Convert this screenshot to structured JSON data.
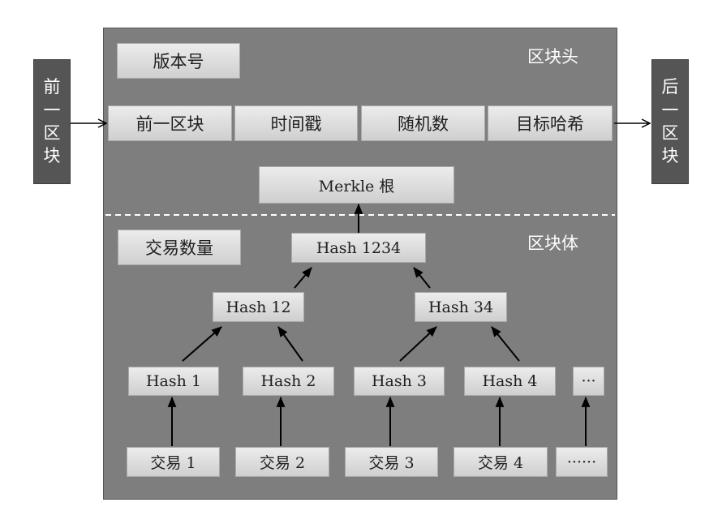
{
  "colors": {
    "frame": "#7e7e7e",
    "side_box": "#555555",
    "cell": "#dcdcdc",
    "arrow": "#000000",
    "divider": "#ffffff"
  },
  "prev_block": {
    "chars": [
      "前",
      "一",
      "区",
      "块"
    ]
  },
  "next_block": {
    "chars": [
      "后",
      "一",
      "区",
      "块"
    ]
  },
  "header": {
    "label": "区块头",
    "version": "版本号",
    "fields": [
      "前一区块",
      "时间戳",
      "随机数",
      "目标哈希"
    ],
    "merkle_root": "Merkle 根"
  },
  "body": {
    "label": "区块体",
    "tx_count": "交易数量",
    "hash_1234": "Hash 1234",
    "hash_12": "Hash 12",
    "hash_34": "Hash 34",
    "leaf_hashes": [
      "Hash 1",
      "Hash 2",
      "Hash 3",
      "Hash 4",
      "···"
    ],
    "transactions": [
      "交易 1",
      "交易 2",
      "交易 3",
      "交易 4",
      "······"
    ]
  }
}
